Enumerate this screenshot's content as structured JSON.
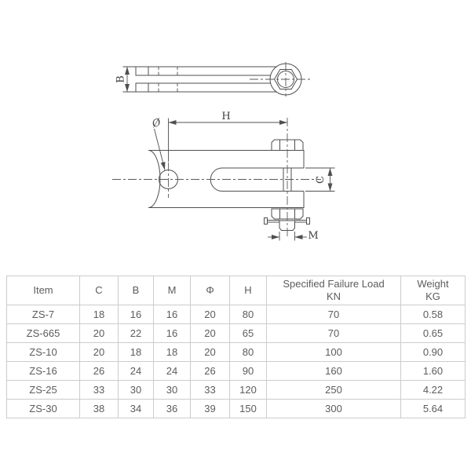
{
  "drawing": {
    "dim_labels": {
      "B": "B",
      "H": "H",
      "C": "C",
      "M": "M",
      "phi": "Ø"
    }
  },
  "table": {
    "headers": [
      {
        "label": "Item"
      },
      {
        "label": "C"
      },
      {
        "label": "B"
      },
      {
        "label": "M"
      },
      {
        "label": "Φ"
      },
      {
        "label": "H"
      },
      {
        "label": "Specified Failure Load",
        "sub": "KN"
      },
      {
        "label": "Weight",
        "sub": "KG"
      }
    ],
    "rows": [
      [
        "ZS-7",
        "18",
        "16",
        "16",
        "20",
        "80",
        "70",
        "0.58"
      ],
      [
        "ZS-665",
        "20",
        "22",
        "16",
        "20",
        "65",
        "70",
        "0.65"
      ],
      [
        "ZS-10",
        "20",
        "18",
        "18",
        "20",
        "80",
        "100",
        "0.90"
      ],
      [
        "ZS-16",
        "26",
        "24",
        "24",
        "26",
        "90",
        "160",
        "1.60"
      ],
      [
        "ZS-25",
        "33",
        "30",
        "30",
        "33",
        "120",
        "250",
        "4.22"
      ],
      [
        "ZS-30",
        "38",
        "34",
        "36",
        "39",
        "150",
        "300",
        "5.64"
      ]
    ]
  },
  "colors": {
    "line": "#4f4f4f",
    "table_border": "#cccccc",
    "text": "#5c5c5c"
  }
}
